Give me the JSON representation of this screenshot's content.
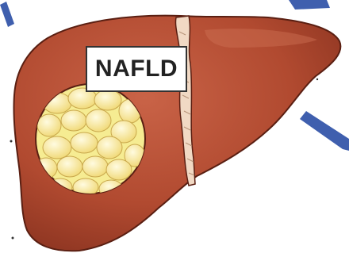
{
  "diagram": {
    "label": "NAFLD",
    "colors": {
      "liver": "#b14a30",
      "liver_dark": "#8a3320",
      "ligament": "#f1d9c4",
      "fat_background": "#f6ec92",
      "fat_droplet": "#f7e59a",
      "arrow": "#3f5fae"
    },
    "icons": [
      "liver-illustration",
      "fat-droplets-inset",
      "arrow-icon"
    ]
  }
}
